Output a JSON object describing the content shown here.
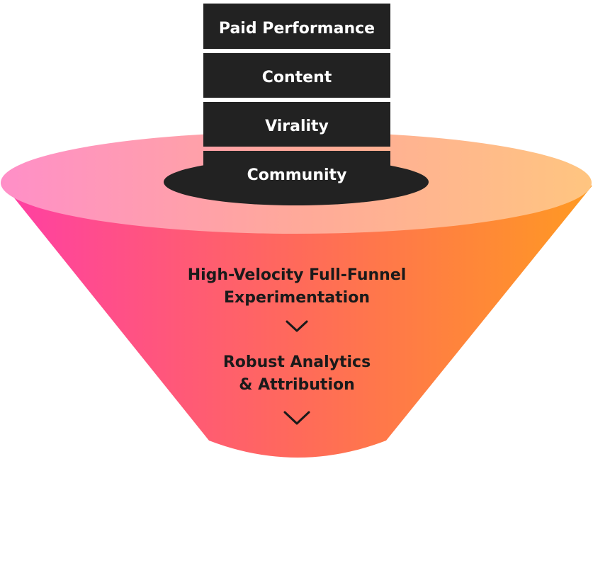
{
  "stack": {
    "items": [
      {
        "label": "Paid Performance"
      },
      {
        "label": "Content"
      },
      {
        "label": "Virality"
      },
      {
        "label": "Community"
      }
    ]
  },
  "funnel": {
    "step1": {
      "line1": "High-Velocity Full-Funnel",
      "line2": "Experimentation"
    },
    "step2": {
      "line1": "Robust Analytics",
      "line2": "& Attribution"
    }
  },
  "colors": {
    "block_fill": "#222222",
    "hole_fill": "#222222",
    "rim_left": "#ff8fc8",
    "rim_mid": "#ffa99a",
    "rim_right": "#ffc580",
    "body_left": "#ff3fa4",
    "body_mid": "#ff6a5a",
    "body_right": "#ff9a22",
    "text_dark": "#1a1a1a",
    "text_light": "#ffffff"
  }
}
